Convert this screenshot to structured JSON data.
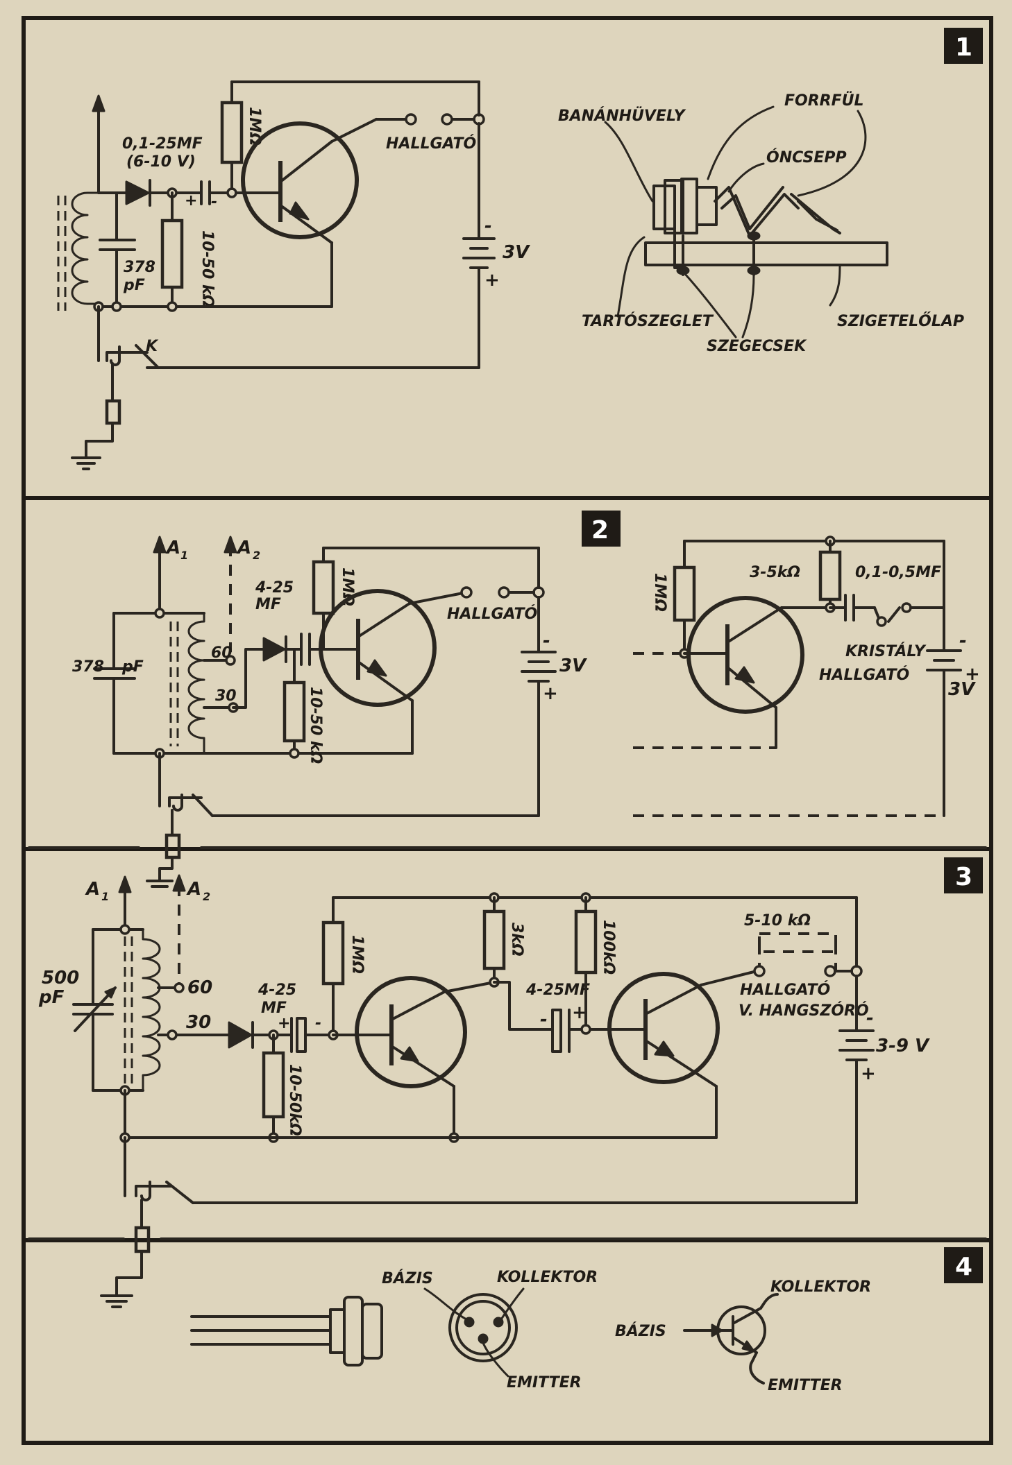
{
  "panel1": {
    "badge": "1",
    "capacitor_coupling": "0,1-25MF",
    "capacitor_coupling_voltage": "(6-10 V)",
    "resistor_collector": "1MΩ",
    "earphone": "HALLGATÓ",
    "capacitor_tuning_value": "378",
    "capacitor_tuning_unit": "pF",
    "resistor_bias": "10-50 kΩ",
    "battery": "3V",
    "battery_minus": "-",
    "battery_plus": "+",
    "switch": "K",
    "banana_socket": "BANÁNHÜVELY",
    "solder_lug": "FORRFÜL",
    "solder_drop": "ÓNCSEPP",
    "mounting_bracket": "TARTÓSZEGLET",
    "rivets": "SZEGECSEK",
    "insulating_board": "SZIGETELŐLAP"
  },
  "panel2": {
    "badge": "2",
    "antenna1_letter": "A",
    "antenna1_index": "1",
    "antenna2_letter": "A",
    "antenna2_index": "2",
    "capacitor_value": "378",
    "capacitor_unit": "pF",
    "tap_60": "60",
    "tap_30": "30",
    "capacitor_coupling_value": "4-25",
    "capacitor_coupling_unit": "MF",
    "resistor_collector": "1MΩ",
    "resistor_bias": "10-50 kΩ",
    "earphone": "HALLGATÓ",
    "battery": "3V",
    "battery_minus": "-",
    "battery_plus": "+",
    "alt_resistor_base": "1MΩ",
    "alt_resistor_load": "3-5kΩ",
    "alt_capacitor": "0,1-0,5MF",
    "alt_crystal_line1": "KRISTÁLY",
    "alt_crystal_line2": "HALLGATÓ",
    "alt_battery": "3V",
    "alt_battery_minus": "-",
    "alt_battery_plus": "+"
  },
  "panel3": {
    "badge": "3",
    "antenna1_letter": "A",
    "antenna1_index": "1",
    "antenna2_letter": "A",
    "antenna2_index": "2",
    "capacitor_value": "500",
    "capacitor_unit": "pF",
    "tap_60": "60",
    "tap_30": "30",
    "capacitor_coupling_value": "4-25",
    "capacitor_coupling_unit": "MF",
    "capacitor_plus": "+",
    "capacitor_minus": "-",
    "resistor_bias": "10-50kΩ",
    "resistor_collector1": "1MΩ",
    "resistor_load1": "3kΩ",
    "capacitor_interstage": "4-25MF",
    "resistor_bias2": "100kΩ",
    "resistor_optional": "5-10 kΩ",
    "earphone_line1": "HALLGATÓ",
    "earphone_line2": "V. HANGSZÓRÓ",
    "battery": "3-9 V",
    "battery_minus": "-",
    "battery_plus": "+"
  },
  "panel4": {
    "badge": "4",
    "base": "BÁZIS",
    "collector": "KOLLEKTOR",
    "emitter": "EMITTER",
    "symbol_base": "BÁZIS",
    "symbol_collector": "KOLLEKTOR",
    "symbol_emitter": "EMITTER"
  }
}
